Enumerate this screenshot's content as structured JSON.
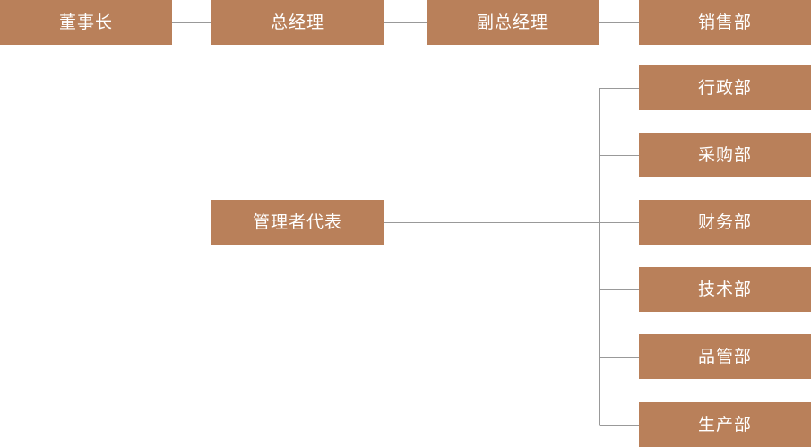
{
  "colors": {
    "box_fill": "#b9805a",
    "box_text": "#ffffff",
    "connector": "#999999",
    "background": "#ffffff"
  },
  "nodes": {
    "chairman": "董事长",
    "general_manager": "总经理",
    "vice_general_manager": "副总经理",
    "sales": "销售部",
    "management_representative": "管理者代表"
  },
  "departments": [
    "行政部",
    "采购部",
    "财务部",
    "技术部",
    "品管部",
    "生产部"
  ]
}
